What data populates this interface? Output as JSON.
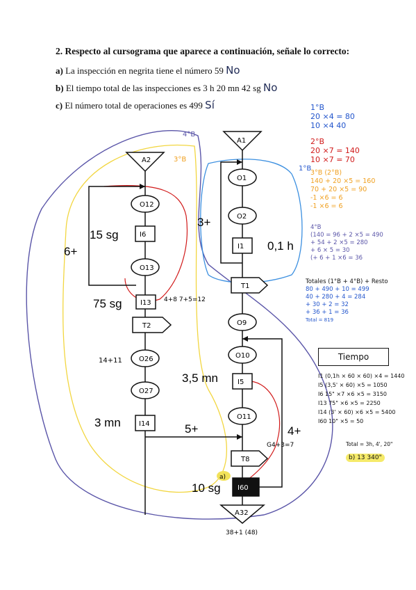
{
  "question": {
    "title": "2. Respecto al cursograma que aparece a continuación, señale lo correcto:",
    "a_prefix": "a)",
    "a_text": "La inspección en negrita tiene el número 59",
    "a_mark": "No",
    "b_prefix": "b)",
    "b_text": "El tiempo total de las inspecciones es 3 h 20 mn 42 sg",
    "b_mark": "No",
    "c_prefix": "c)",
    "c_text": "El número total de operaciones es 499",
    "c_mark": "Sí"
  },
  "left_column": {
    "start": "A2",
    "ops": [
      "O12",
      "O13",
      "O26",
      "O27"
    ],
    "inspections": [
      "I6",
      "I13",
      "I14"
    ],
    "transport": "T2",
    "time_i6": "15 sg",
    "time_i13": "75 sg",
    "time_i14": "3 mn",
    "loop": "6+",
    "merge": "5+",
    "note_side": "14+11",
    "label_4b": "4°B",
    "label_3b": "3°B",
    "label_i13_note": "4+8 7+5=12"
  },
  "right_column": {
    "start": "A1",
    "ops": [
      "O1",
      "O2",
      "O9",
      "O10",
      "O11"
    ],
    "inspections": [
      "I1",
      "I5",
      "I60"
    ],
    "transports": [
      "T1",
      "T8"
    ],
    "time_i1": "0,1 h",
    "time_i5": "3,5 mn",
    "time_i60": "10 sg",
    "loop_top": "3+",
    "loop_bottom": "4+",
    "end": "A32",
    "end_note": "38+1 (48)",
    "label_1b": "1°B",
    "label_t8": "G4+3=7",
    "label_a": "a)"
  },
  "notes": {
    "n1_title": "1°B",
    "n1_l1": "20 ×4 = 80",
    "n1_l2": "10 ×4   40",
    "n2_title": "2°B",
    "n2_l1": "20 ×7 = 140",
    "n2_l2": "10 ×7 = 70",
    "n3_title": "3°B (2°B)",
    "n3_l1": "140 + 20 ×5 = 160",
    "n3_l2": "70 + 20 ×5 = 90",
    "n3_l3": "-1 ×6 = 6",
    "n3_l4": "-1 ×6 = 6",
    "n4_title": "4°B",
    "n4_l1": "(140 = 96 + 2 ×5 = 490",
    "n4_l2": "+ 54 + 2 ×5 = 280",
    "n4_l3": "+ 6 × 5 = 30",
    "n4_l4": "(+ 6 + 1 ×6 = 36",
    "tot_title": "Totales (1°B + 4°B) + Resto",
    "tot_l1": "80 + 490 + 10 = 499",
    "tot_l2": "40 + 280 + 4 = 284",
    "tot_l3": "+ 30 + 2 = 32",
    "tot_l4": "+ 36 + 1 = 36",
    "tot_l5": "Total = 819",
    "time_box": "Tiempo",
    "t1": "I1 (0,1h × 60 × 60) ×4 = 1440",
    "t2": "I5 (3,5' × 60) ×5 = 1050",
    "t3": "I6 15\" ×7 ×6 ×5 = 3150",
    "t4": "I13 75\" ×6 ×5 = 2250",
    "t5": "I14 (3' × 60) ×6 ×5 = 5400",
    "t6": "I60 10\" ×5 = 50",
    "t_total": "Total = 3h, 4', 20\"",
    "t_b": "b) 13 340\""
  },
  "colors": {
    "blue": "#2255cc",
    "red": "#d11a1a",
    "orange": "#f0a020",
    "purple": "#5a55a8",
    "yellow": "#f2d640",
    "ink": "#111111"
  }
}
